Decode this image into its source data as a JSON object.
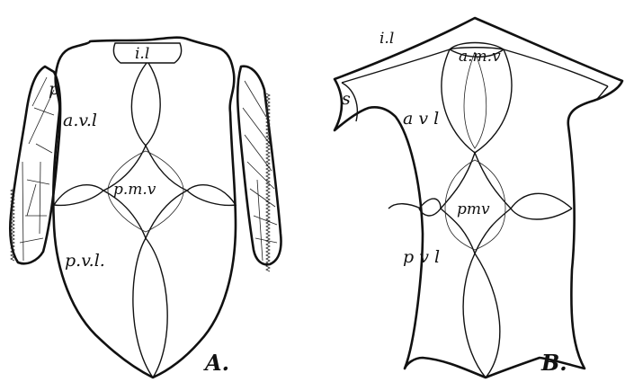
{
  "figure_a": {
    "letter": "A.",
    "labels": {
      "il": "i.l",
      "p": "p",
      "avl": "a.v.l",
      "pmv": "p.m.v",
      "pvl": "p.v.l."
    }
  },
  "figure_b": {
    "letter": "B.",
    "labels": {
      "il": "i.l",
      "amv": "a.m.v",
      "s": "s",
      "avl": "a v l",
      "pmv": "pmv",
      "pvl": "p v l"
    }
  }
}
